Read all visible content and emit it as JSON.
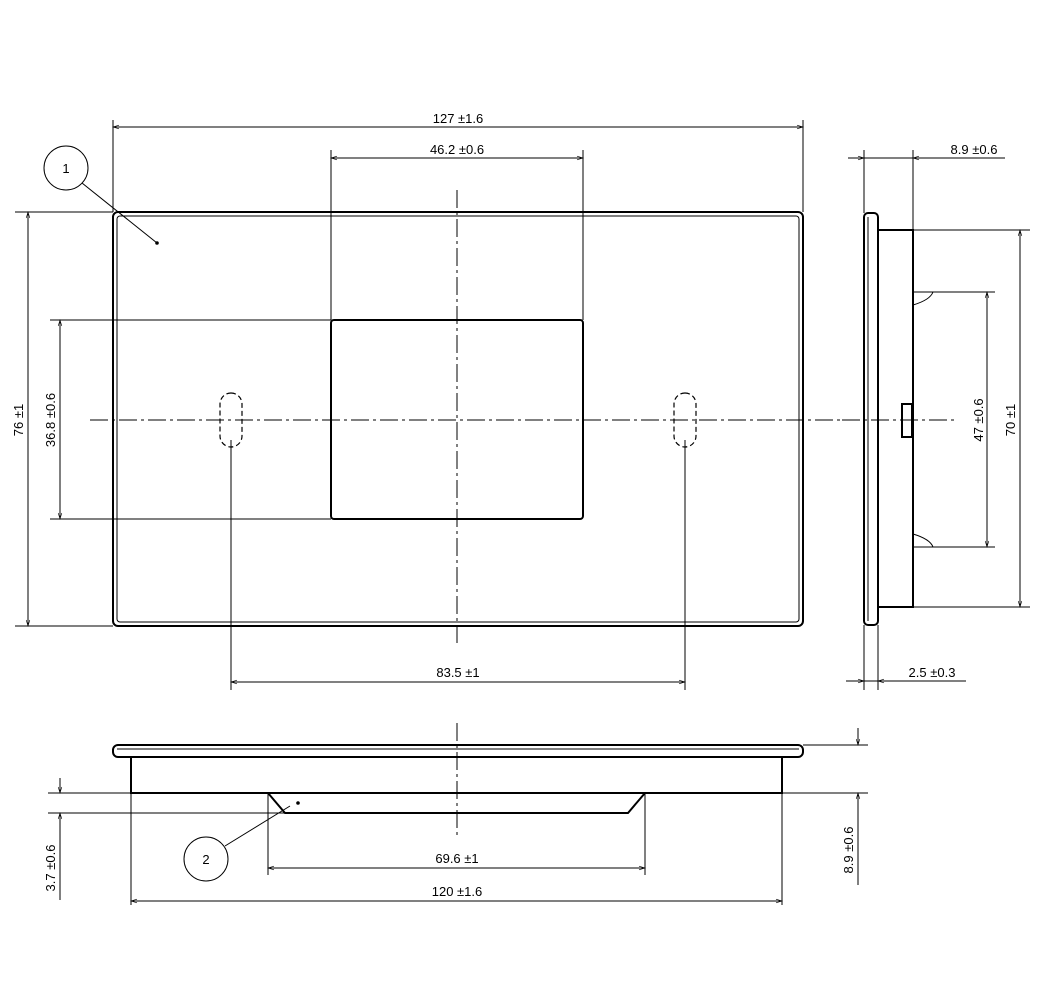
{
  "drawing": {
    "front_view": {
      "width_dim": "127 ±1.6",
      "window_width_dim": "46.2 ±0.6",
      "height_dim": "76 ±1",
      "window_height_dim": "36.8 ±0.6",
      "slot_spacing_dim": "83.5 ±1",
      "balloon": "1"
    },
    "side_view": {
      "depth_dim": "8.9 ±0.6",
      "body_height_dim": "70 ±1",
      "clip_spacing_dim": "47 ±0.6",
      "plate_thickness_dim": "2.5 ±0.3"
    },
    "bottom_view": {
      "step_dim": "3.7 ±0.6",
      "depth_dim": "8.9 ±0.6",
      "recess_width_dim": "69.6 ±1",
      "body_width_dim": "120 ±1.6",
      "balloon": "2"
    }
  }
}
